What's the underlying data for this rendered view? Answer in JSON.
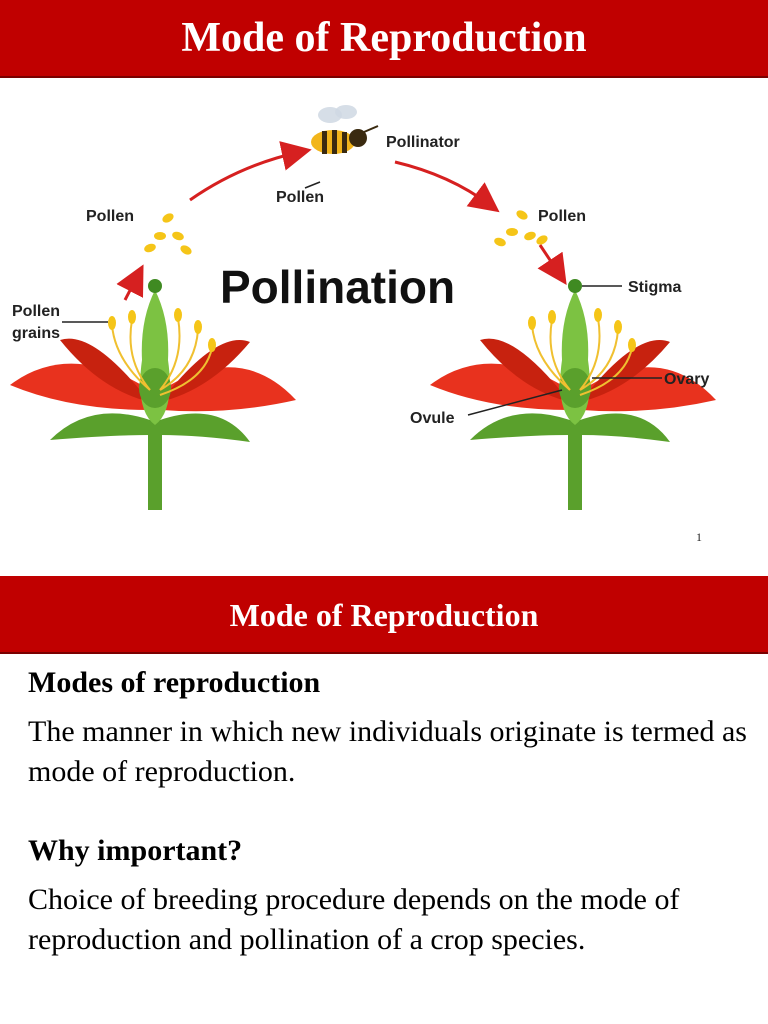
{
  "slide1": {
    "title": "Mode of Reproduction",
    "diagram": {
      "heading": "Pollination",
      "labels": {
        "pollinator": "Pollinator",
        "pollen_top": "Pollen",
        "pollen_left": "Pollen",
        "pollen_right": "Pollen",
        "pollen_grains_1": "Pollen",
        "pollen_grains_2": "grains",
        "stigma": "Stigma",
        "ovary": "Ovary",
        "ovule": "Ovule"
      }
    },
    "page_number": "1"
  },
  "slide2": {
    "title": "Mode of Reproduction",
    "section1_heading": "Modes of reproduction",
    "section1_text": "The manner in which new individuals originate is termed as mode of reproduction.",
    "section2_heading": "Why important?",
    "section2_text": "Choice of breeding procedure depends on the mode of reproduction and pollination of a crop species."
  },
  "colors": {
    "title_bar": "#c00000",
    "petal": "#e8321e",
    "stem": "#5aa02c",
    "pollen": "#f5c518",
    "arrow": "#d62020"
  }
}
